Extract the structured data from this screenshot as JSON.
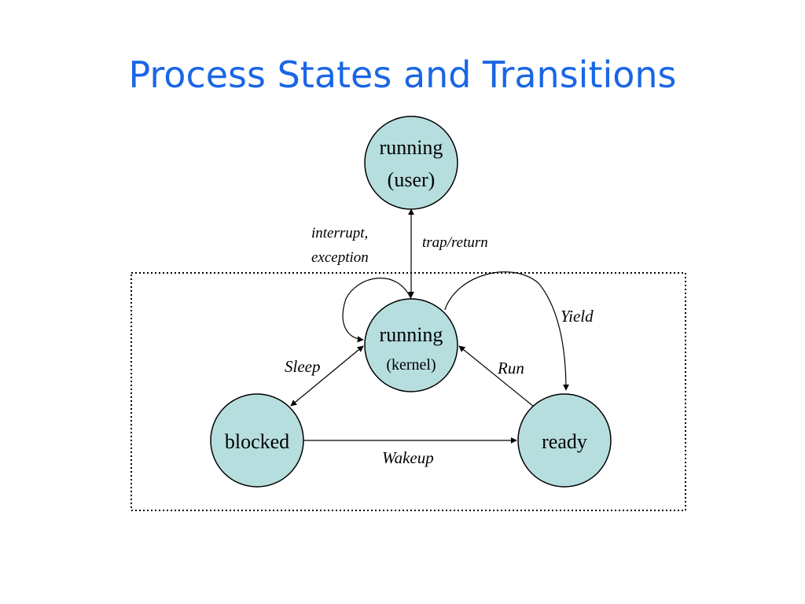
{
  "slide": {
    "title": "Process States and Transitions"
  },
  "states": {
    "running_user": {
      "line1": "running",
      "line2": "(user)"
    },
    "running_kernel": {
      "line1": "running",
      "line2": "(kernel)"
    },
    "blocked": {
      "label": "blocked"
    },
    "ready": {
      "label": "ready"
    }
  },
  "transitions": {
    "interrupt_line1": "interrupt,",
    "interrupt_line2": "exception",
    "trap_return": "trap/return",
    "yield": "Yield",
    "sleep": "Sleep",
    "run": "Run",
    "wakeup": "Wakeup"
  },
  "colors": {
    "title": "#1a66e6",
    "state_fill": "#b7dedf",
    "stroke": "#000000"
  }
}
